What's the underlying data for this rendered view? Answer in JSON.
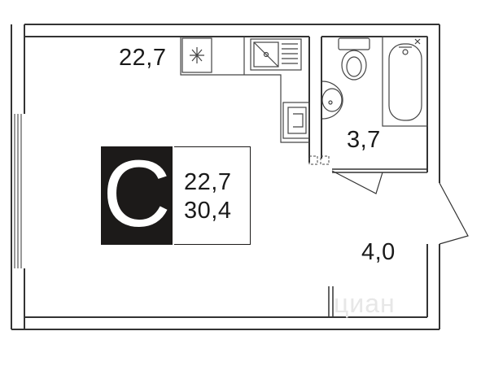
{
  "floor_plan": {
    "type": "studio",
    "rooms": [
      {
        "id": "main-room",
        "area": "22,7"
      },
      {
        "id": "bathroom",
        "area": "3,7"
      },
      {
        "id": "hallway",
        "area": "4,0"
      }
    ],
    "summary": {
      "letter": "С",
      "living_area": "22,7",
      "total_area": "30,4",
      "badge_color": "#1c1a19"
    },
    "icons": [
      "freezer-icon",
      "sink-icon",
      "stove-icon",
      "toilet-icon",
      "washbasin-icon",
      "bathtub-icon"
    ],
    "watermark": "циан",
    "colors": {
      "wall": "#3a3a3a",
      "line": "#555555",
      "background": "#ffffff"
    }
  }
}
